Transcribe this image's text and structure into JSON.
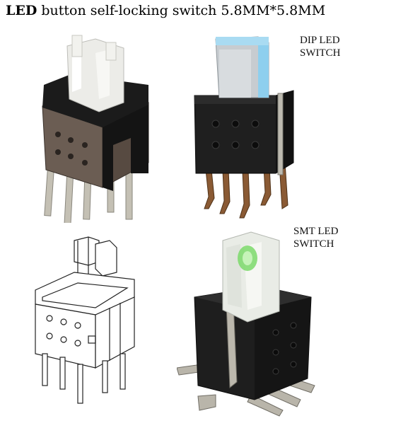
{
  "title": {
    "prefix": "LED",
    "rest": " button self-locking switch 5.8MM*5.8MM"
  },
  "captions": {
    "dip": [
      "DIP LED",
      "SWITCH"
    ],
    "smt": [
      "SMT LED",
      "SWITCH"
    ]
  },
  "colors": {
    "housing_dark": "#1c1c1c",
    "housing_brown": "#6a5c52",
    "button_white": "#e8ebe4",
    "button_blue_glow": "#8fd0ee",
    "button_green_glow": "#7bd96a",
    "pin_silver": "#bdb9ac",
    "pin_copper": "#8a5a34",
    "drawing_line": "#222222"
  }
}
